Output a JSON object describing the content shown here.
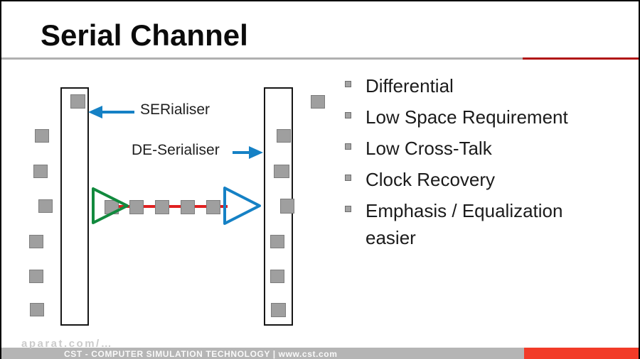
{
  "slide": {
    "title": "Serial Channel",
    "bullets": [
      "Differential",
      "Low Space Requirement",
      "Low Cross-Talk",
      "Clock Recovery",
      "Emphasis / Equalization easier"
    ],
    "diagram": {
      "serialiser_label": "SERialiser",
      "deserialiser_label": "DE-Serialiser"
    }
  },
  "footer": {
    "text": "CST - COMPUTER SIMULATION TECHNOLOGY | www.cst.com"
  },
  "watermark": "aparat.com/…",
  "colors": {
    "accent_red": "#b11212",
    "footer_red": "#f23b28",
    "footer_gray": "#b5b5b5",
    "arrow_blue": "#1581c5",
    "transmitter_green": "#128a3e",
    "channel_red": "#e02020",
    "square_gray": "#9f9f9f"
  }
}
